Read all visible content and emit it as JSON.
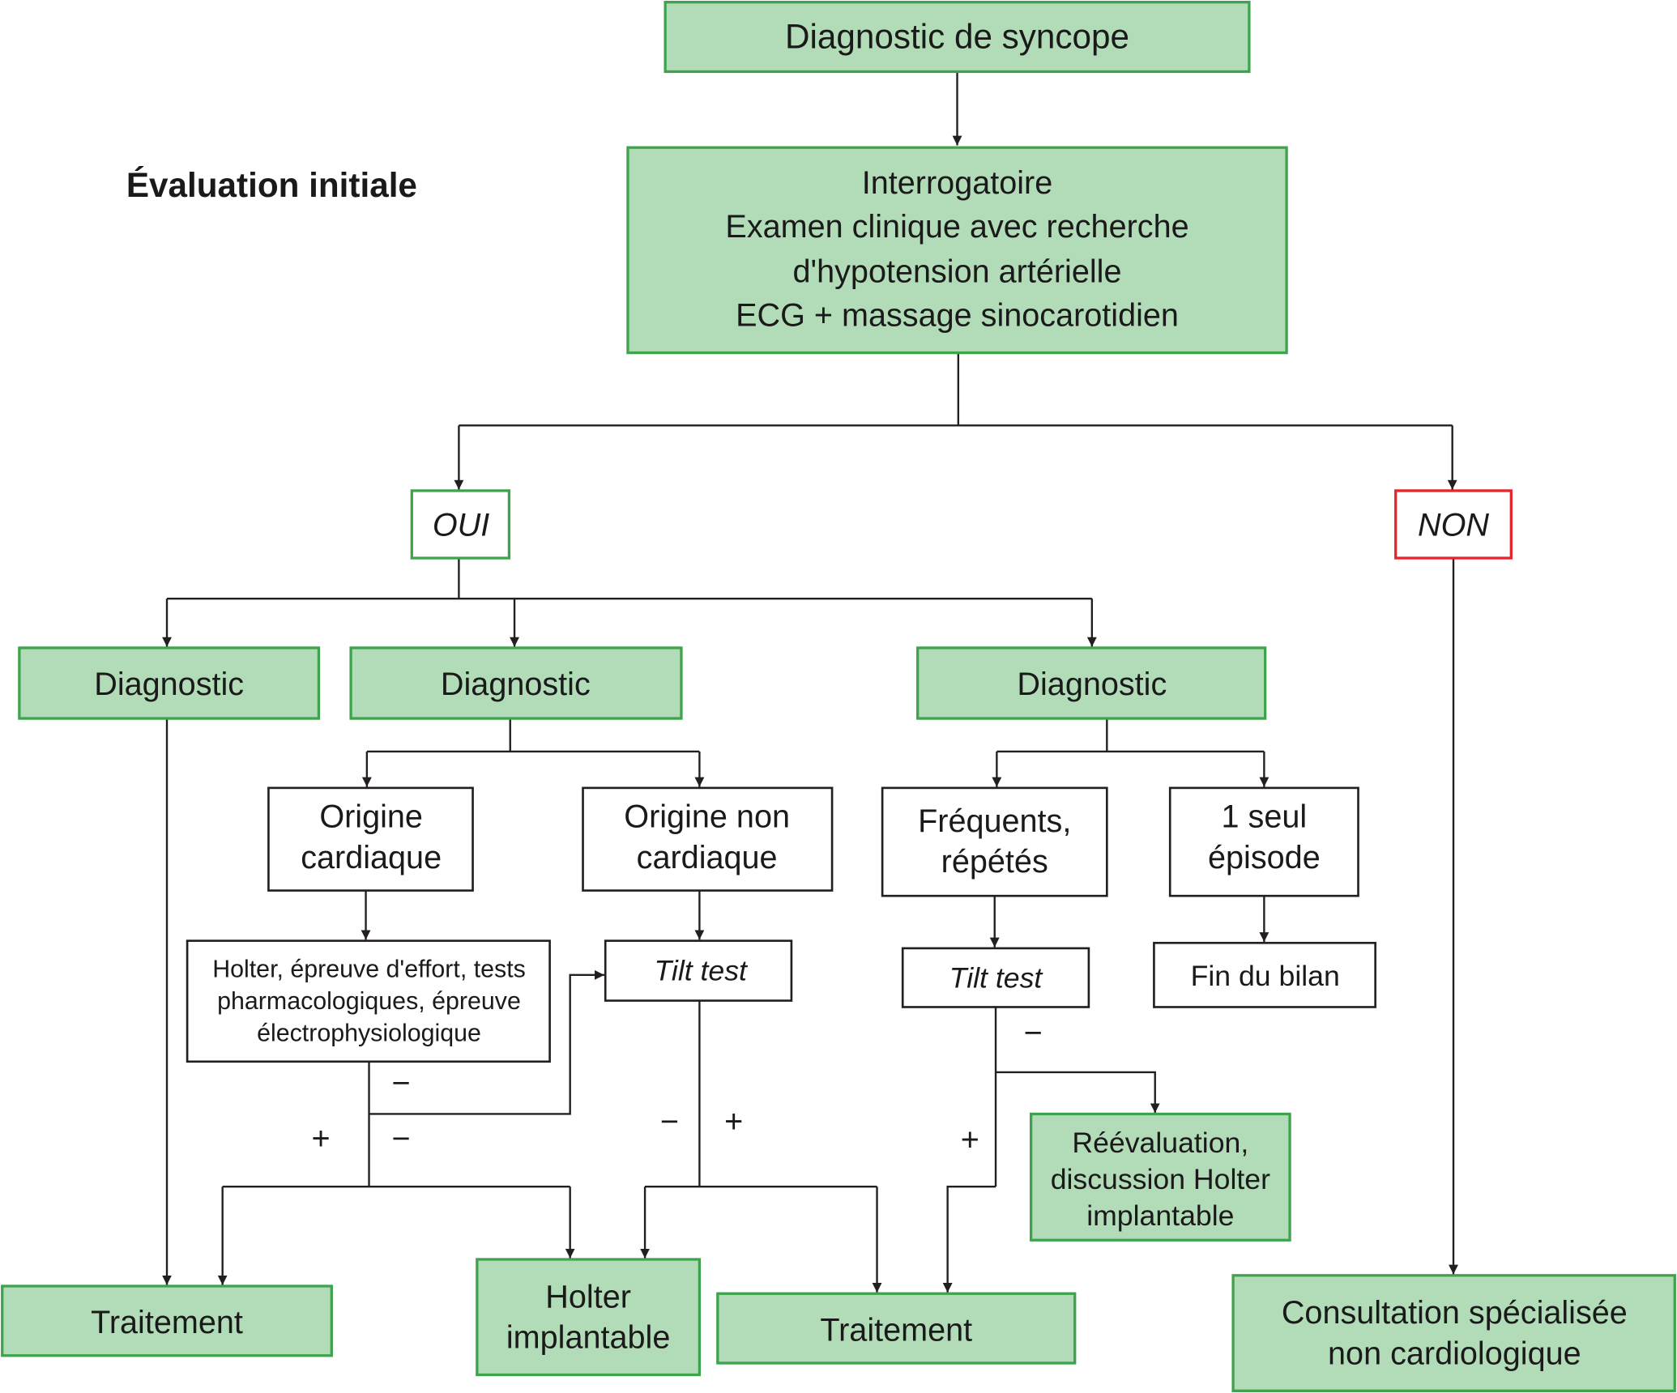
{
  "title": "Diagnostic de syncope",
  "section_label": "Évaluation initiale",
  "evaluation_lines": [
    "Interrogatoire",
    "Examen clinique avec recherche",
    "d'hypotension artérielle",
    "ECG + massage sinocarotidien"
  ],
  "yes_label": "OUI",
  "no_label": "NON",
  "diagnostic_label": "Diagnostic",
  "origin_cardiac": [
    "Origine",
    "cardiaque"
  ],
  "origin_noncardiac": [
    "Origine non",
    "cardiaque"
  ],
  "frequent": [
    "Fréquents,",
    "répétés"
  ],
  "single": [
    "1 seul",
    "épisode"
  ],
  "tests": [
    "Holter, épreuve d'effort, tests",
    "pharmacologiques, épreuve",
    "électrophysiologique"
  ],
  "tilt_test": "Tilt test",
  "end_label": "Fin du bilan",
  "reevaluation": [
    "Réévaluation,",
    "discussion Holter",
    "implantable"
  ],
  "treatment": "Traitement",
  "holter_implant": [
    "Holter",
    "implantable"
  ],
  "consultation": [
    "Consultation spécialisée",
    "non cardiologique"
  ],
  "signs": {
    "plus": "+",
    "minus": "−"
  },
  "colors": {
    "box_fill": "#b2dbb8",
    "box_border": "#3fa34d",
    "no_border": "#e5242b"
  }
}
